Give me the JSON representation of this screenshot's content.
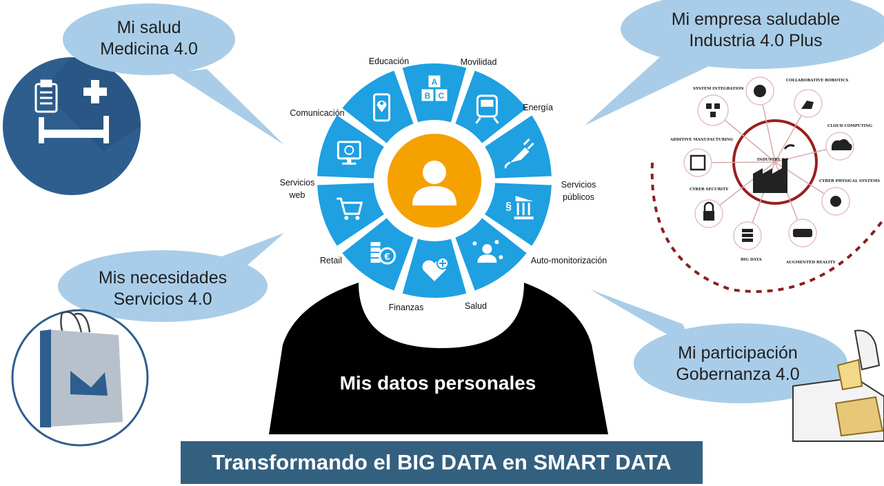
{
  "bubbles": {
    "health": {
      "line1": "Mi salud",
      "line2": "Medicina 4.0"
    },
    "company": {
      "line1": "Mi empresa saludable",
      "line2": "Industria 4.0 Plus"
    },
    "needs": {
      "line1": "Mis necesidades",
      "line2": "Servicios 4.0"
    },
    "participation": {
      "line1": "Mi participación",
      "line2": "Gobernanza 4.0"
    }
  },
  "wheel": {
    "segments": [
      {
        "label": "Educación"
      },
      {
        "label": "Movilidad"
      },
      {
        "label": "Energía"
      },
      {
        "label_line1": "Servicios",
        "label_line2": "públicos"
      },
      {
        "label": "Auto-monitorización"
      },
      {
        "label": "Salud"
      },
      {
        "label": "Finanzas"
      },
      {
        "label": "Retail"
      },
      {
        "label_line1": "Servicios",
        "label_line2": "web"
      },
      {
        "label": "Comunicación"
      }
    ],
    "abc": {
      "a": "A",
      "b": "B",
      "c": "C"
    },
    "section_sign": "§",
    "euro_sign": "€"
  },
  "head_caption": "Mis datos personales",
  "banner": "Transformando el BIG DATA en SMART DATA",
  "industry": {
    "center": "INDUSTRY 4.0",
    "labels": {
      "system_integration": "SYSTEM INTEGRATION",
      "collaborative_robotics": "COLLABORATIVE ROBOTICS",
      "cloud_computing": "CLOUD COMPUTING",
      "additive_manufacturing": "ADDITIVE MANUFACTURING",
      "cyber_physical": "CYBER PHYSICAL SYSTEMS",
      "cyber_security": "CYBER SECURITY",
      "big_data": "BIG DATA",
      "augmented_reality": "AUGMENTED REALITY"
    }
  },
  "colors": {
    "wheel_blue": "#1ea0e1",
    "center_orange": "#f5a100",
    "banner_blue": "#34607f",
    "bubble_blue": "#a9cde8",
    "health_circle": "#2e5e8e",
    "industry_red": "#9a1f1f"
  }
}
